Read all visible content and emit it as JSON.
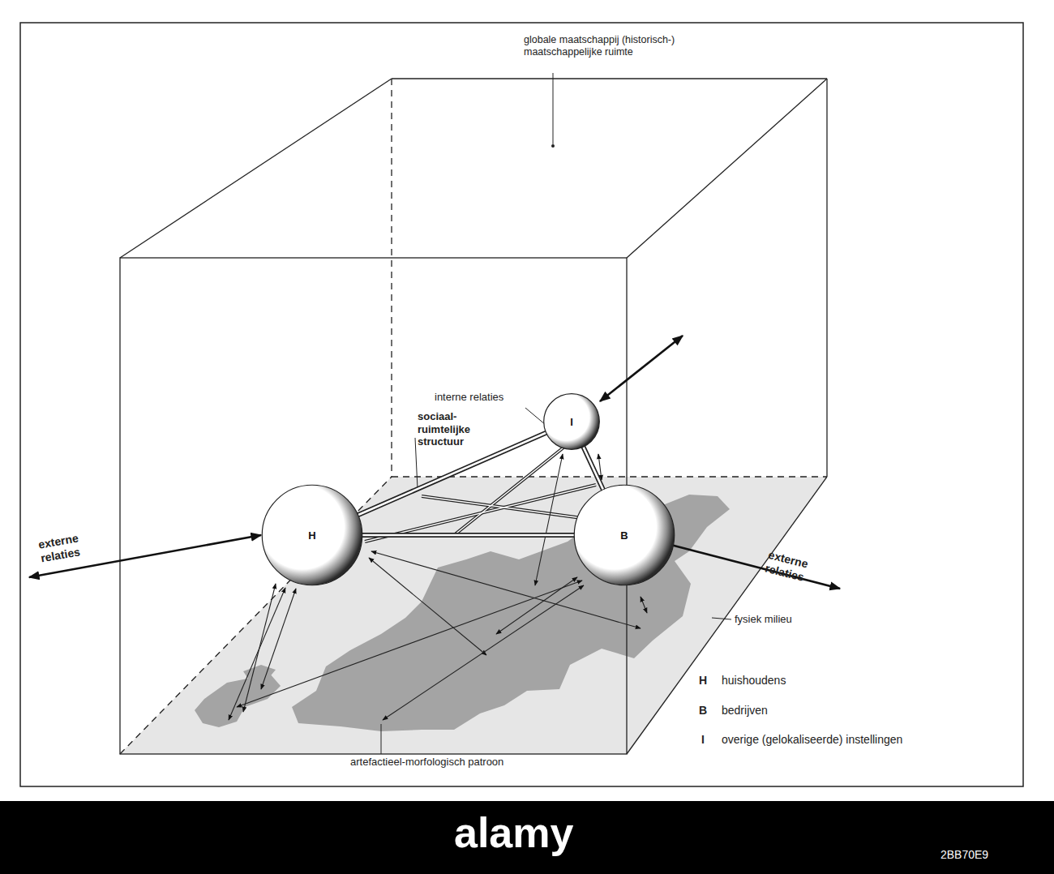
{
  "diagram": {
    "nodes": [
      {
        "text": [
          "H"
        ]
      },
      {
        "text": [
          "B"
        ]
      },
      {
        "text": [
          "I"
        ]
      }
    ],
    "edges": [
      {
        "from": 0,
        "to": 2,
        "arrow": "none"
      },
      {
        "from": 0,
        "to": 1,
        "arrow": "none"
      },
      {
        "from": 1,
        "to": 2,
        "arrow": "none"
      }
    ],
    "labels": [
      "globale maatschappij (historisch-) maatschappelijke ruimte",
      "interne relaties",
      "sociaal- ruimtelijke structuur",
      "externe relaties",
      "externe relaties",
      "fysiek milieu",
      "artefactieel-morfologisch patroon",
      "H",
      "B",
      "I",
      "alamy",
      "2BB70E9"
    ],
    "legend": [
      {
        "text": "huishoudens"
      },
      {
        "text": "bedrijven"
      },
      {
        "text": "overige (gelokaliseerde) instellingen"
      }
    ]
  }
}
